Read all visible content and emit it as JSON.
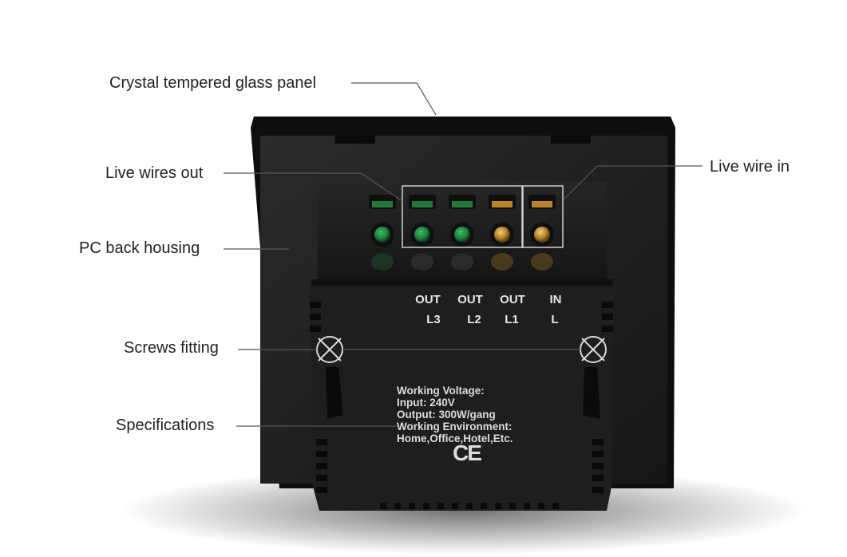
{
  "callouts": {
    "glass_panel": "Crystal tempered glass panel",
    "live_wires_out": "Live wires out",
    "live_wire_in": "Live wire in",
    "pc_back_housing": "PC back housing",
    "screws_fitting": "Screws fitting",
    "specifications": "Specifications"
  },
  "terminals": [
    {
      "top": "OUT",
      "bottom": "L3"
    },
    {
      "top": "OUT",
      "bottom": "L2"
    },
    {
      "top": "OUT",
      "bottom": "L1"
    },
    {
      "top": "IN",
      "bottom": "L"
    }
  ],
  "spec_lines": [
    "Working Voltage:",
    "Input: 240V",
    "Output: 300W/gang",
    "Working Environment:",
    "Home,Office,Hotel,Etc."
  ],
  "certification_mark": "CE",
  "colors": {
    "housing": "#1c1c1c",
    "frame": "#111111",
    "terminal_green": "#1f7a3a",
    "terminal_brass": "#b8862a",
    "leader_line": "#555555"
  }
}
